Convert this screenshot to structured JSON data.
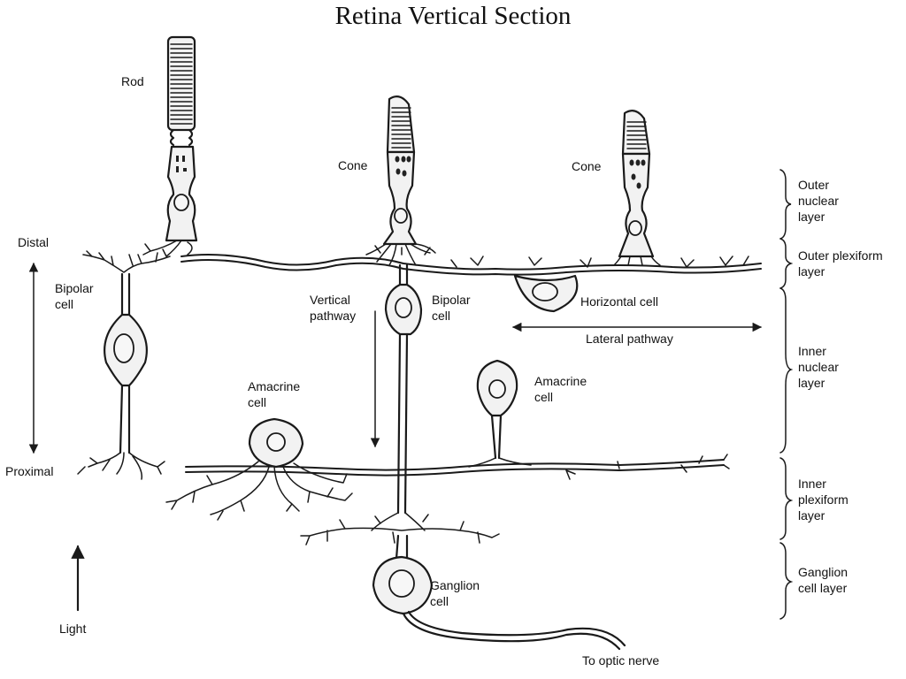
{
  "title": "Retina Vertical Section",
  "labels": {
    "rod": "Rod",
    "cone_center": "Cone",
    "cone_right": "Cone",
    "distal": "Distal",
    "proximal": "Proximal",
    "bipolar_left": [
      "Bipolar",
      "cell"
    ],
    "vertical_pathway": [
      "Vertical",
      "pathway"
    ],
    "bipolar_center": [
      "Bipolar",
      "cell"
    ],
    "horizontal_cell": "Horizontal cell",
    "lateral_pathway": "Lateral pathway",
    "amacrine_left": [
      "Amacrine",
      "cell"
    ],
    "amacrine_right": [
      "Amacrine",
      "cell"
    ],
    "ganglion_cell": [
      "Ganglion",
      "cell"
    ],
    "light": "Light",
    "optic_nerve": "To optic nerve"
  },
  "layers": [
    [
      "Outer",
      "nuclear",
      "layer"
    ],
    [
      "Outer plexiform",
      "layer"
    ],
    [
      "Inner",
      "nuclear",
      "layer"
    ],
    [
      "Inner",
      "plexiform",
      "layer"
    ],
    [
      "Ganglion",
      "cell layer"
    ]
  ]
}
